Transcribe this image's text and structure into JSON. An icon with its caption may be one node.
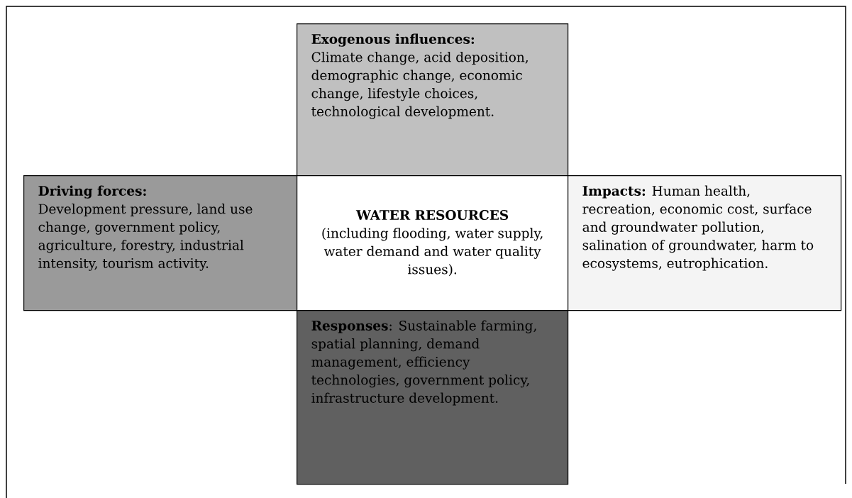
{
  "diagram": {
    "nodes": [
      {
        "text": [
          "Exogenous influences:",
          "Climate change, acid deposition, demographic change, economic change, lifestyle choices, technological development."
        ]
      },
      {
        "text": [
          "Driving forces:",
          "Development pressure, land use change, government policy, agriculture, forestry, industrial intensity, tourism activity."
        ]
      },
      {
        "text": [
          "WATER RESOURCES",
          "(including flooding, water supply, water demand and water quality issues)."
        ]
      },
      {
        "text": [
          "**Impacts:** Human health, recreation, economic cost, surface and groundwater pollution, salination of groundwater, harm to ecosystems, eutrophication."
        ]
      },
      {
        "text": [
          "**Responses**: Sustainable farming, spatial planning, demand management, efficiency technologies, government policy, infrastructure development."
        ]
      }
    ]
  }
}
